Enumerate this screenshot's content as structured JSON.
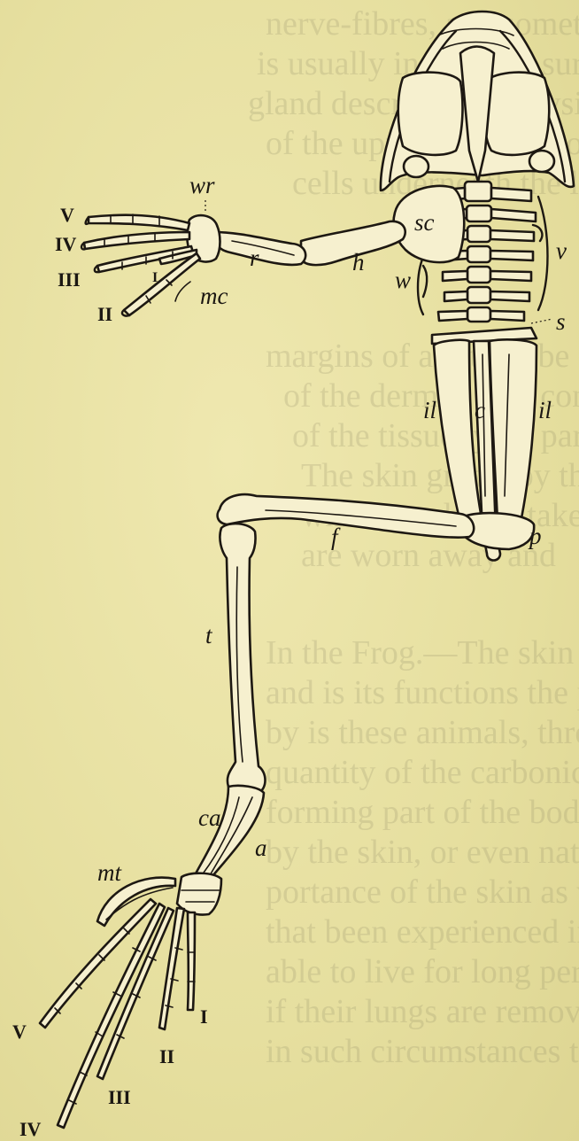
{
  "figure": {
    "labels": {
      "wr": "wr",
      "sc": "sc",
      "v": "v",
      "r": "r",
      "h": "h",
      "w": "w",
      "mc": "mc",
      "s": "s",
      "il_left": "il",
      "c": "c",
      "il_right": "il",
      "f": "f",
      "p": "p",
      "t": "t",
      "ca": "ca",
      "a": "a",
      "mt": "mt"
    },
    "forelimb_digits": [
      "V",
      "IV",
      "III",
      "I",
      "II"
    ],
    "hindlimb_digits": [
      "V",
      "I",
      "II",
      "III",
      "IV"
    ]
  }
}
